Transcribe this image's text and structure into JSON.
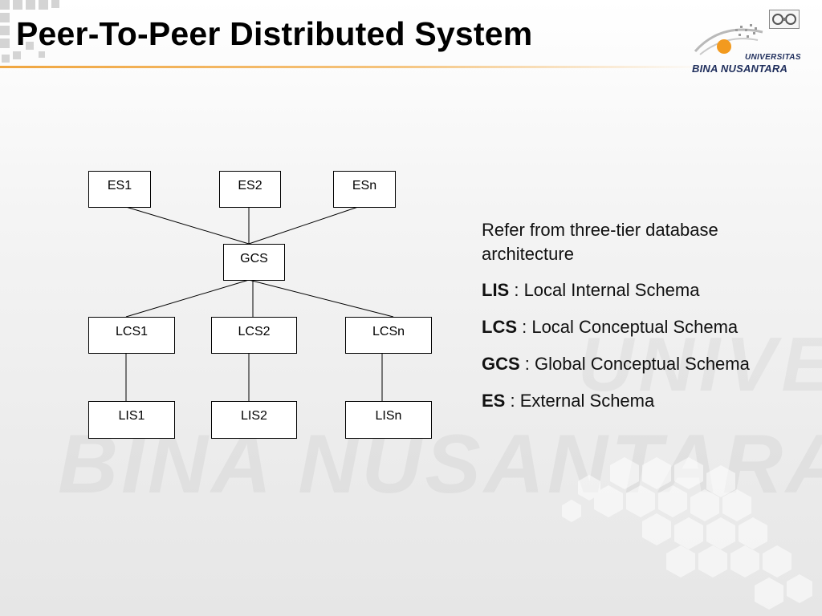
{
  "title": "Peer-To-Peer Distributed System",
  "logo": {
    "line1": "UNIVERSITAS",
    "line2": "BINA NUSANTARA"
  },
  "watermark": {
    "line1": "UNIVERSITAS",
    "line2": "BINA NUSANTARA"
  },
  "diagram": {
    "external": [
      "ES1",
      "ES2",
      "ESn"
    ],
    "global": "GCS",
    "local_conceptual": [
      "LCS1",
      "LCS2",
      "LCSn"
    ],
    "local_internal": [
      "LIS1",
      "LIS2",
      "LISn"
    ]
  },
  "legend": {
    "intro": "Refer from three-tier database architecture",
    "items": [
      {
        "term": "LIS",
        "definition": " : Local Internal Schema"
      },
      {
        "term": "LCS",
        "definition": " : Local Conceptual Schema"
      },
      {
        "term": "GCS",
        "definition": " : Global Conceptual Schema"
      },
      {
        "term": "ES",
        "definition": " : External Schema"
      }
    ]
  },
  "colors": {
    "accent_rule": "#f0a640",
    "logo_text": "#1f2e5c",
    "logo_orange": "#f29a1f"
  }
}
